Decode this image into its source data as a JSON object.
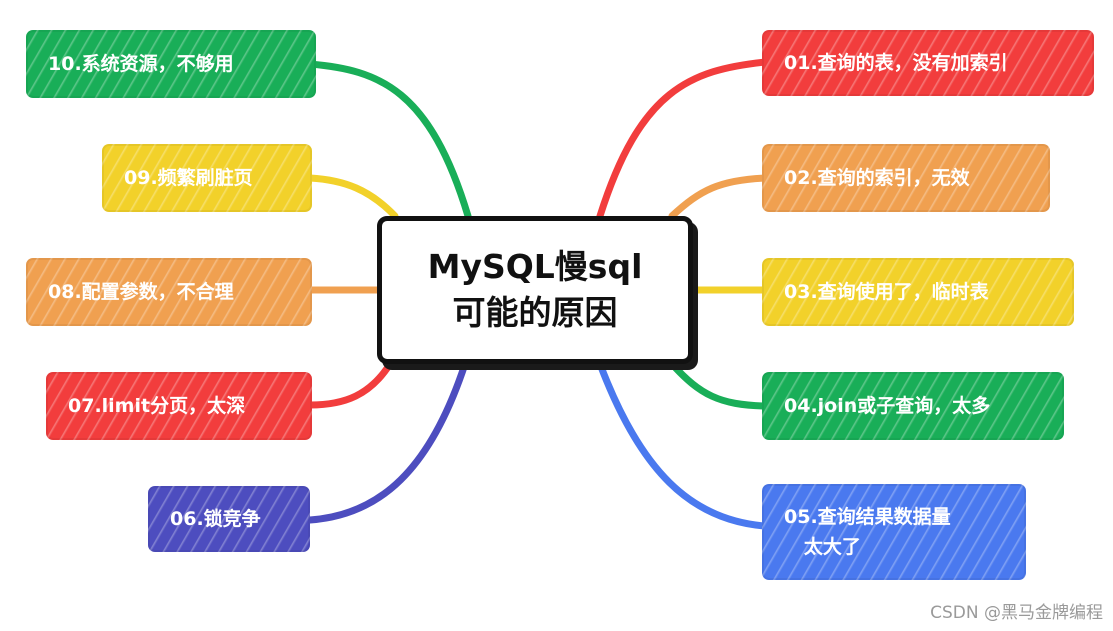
{
  "title": "MySQL慢sql\n可能的原因",
  "colors": {
    "red": "#f23d3d",
    "orange": "#f0a050",
    "yellow": "#f2d12a",
    "green": "#19ae58",
    "blue_dark": "#4d4dbf",
    "blue_light": "#4a79ef"
  },
  "branches": [
    {
      "label": "01.查询的表，没有加索引",
      "color": "#f23d3d"
    },
    {
      "label": "02.查询的索引，无效",
      "color": "#f0a050"
    },
    {
      "label": "03.查询使用了，临时表",
      "color": "#f2d12a"
    },
    {
      "label": "04.join或子查询，太多",
      "color": "#19ae58"
    },
    {
      "label": "05.查询结果数据量\n   太大了",
      "color": "#4a79ef"
    },
    {
      "label": "06.锁竞争",
      "color": "#4d4dbf"
    },
    {
      "label": "07.limit分页，太深",
      "color": "#f23d3d"
    },
    {
      "label": "08.配置参数，不合理",
      "color": "#f0a050"
    },
    {
      "label": "09.频繁刷脏页",
      "color": "#f2d12a"
    },
    {
      "label": "10.系统资源，不够用",
      "color": "#19ae58"
    }
  ],
  "watermark": "CSDN @黑马金牌编程"
}
